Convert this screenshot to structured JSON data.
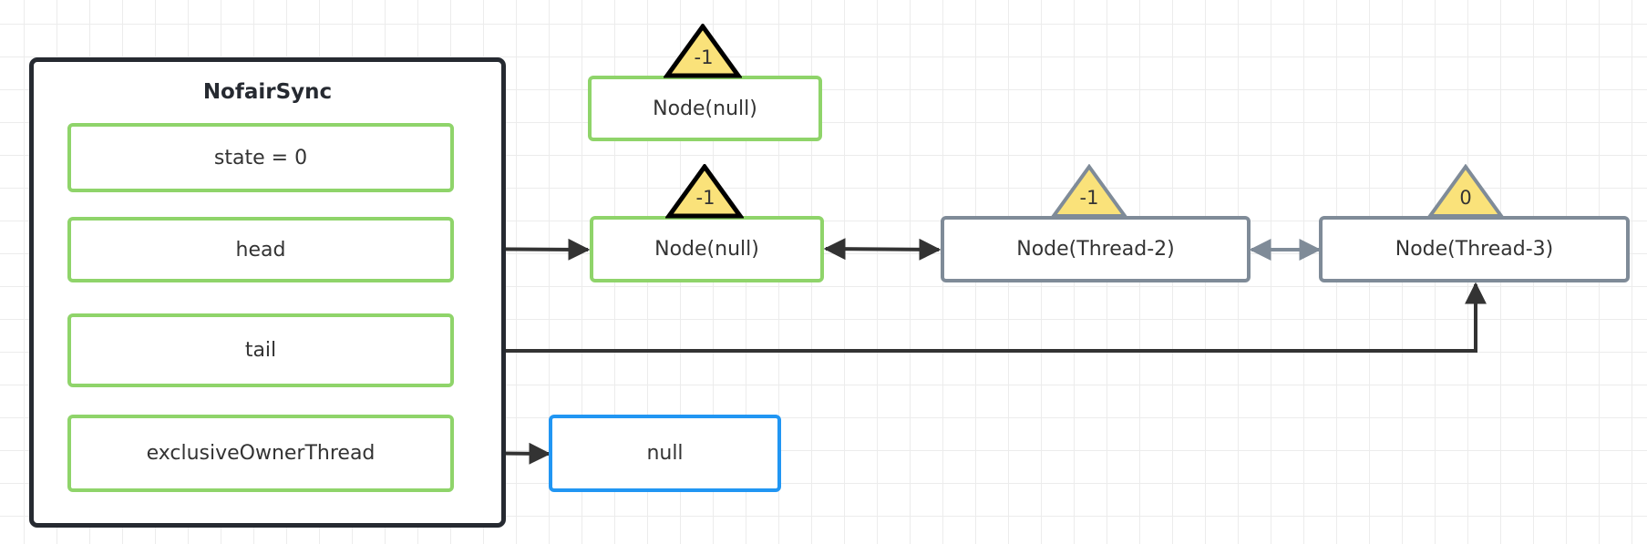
{
  "container": {
    "title": "NofairSync"
  },
  "fields": {
    "state": "state = 0",
    "head": "head",
    "tail": "tail",
    "owner": "exclusiveOwnerThread"
  },
  "nodes": {
    "top_null": {
      "label": "Node(null)",
      "wait_status": "-1"
    },
    "head_null": {
      "label": "Node(null)",
      "wait_status": "-1"
    },
    "thread2": {
      "label": "Node(Thread-2)",
      "wait_status": "-1"
    },
    "thread3": {
      "label": "Node(Thread-3)",
      "wait_status": "0"
    }
  },
  "owner_value": {
    "label": "null"
  },
  "colors": {
    "field_border": "#8fd46a",
    "queued_node_border": "#7f8b98",
    "value_border": "#2196f3",
    "badge_fill": "#fae27a",
    "arrow_dark": "#333333",
    "arrow_gray": "#7f8b98"
  }
}
